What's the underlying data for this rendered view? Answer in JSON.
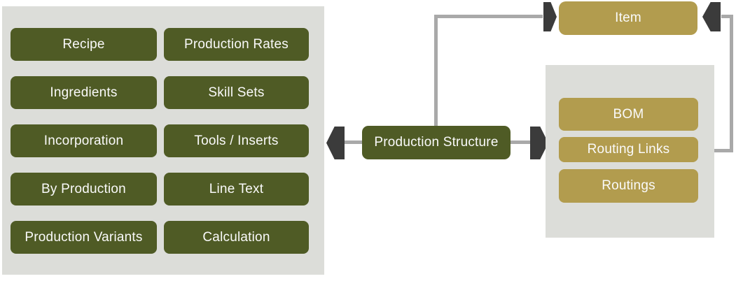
{
  "left_panel": {
    "items": [
      "Recipe",
      "Production Rates",
      "Ingredients",
      "Skill Sets",
      "Incorporation",
      "Tools / Inserts",
      "By Production",
      "Line Text",
      "Production Variants",
      "Calculation"
    ]
  },
  "center_node": {
    "label": "Production Structure"
  },
  "item_node": {
    "label": "Item"
  },
  "right_panel": {
    "items": [
      "BOM",
      "Routing Links",
      "Routings"
    ]
  },
  "colors": {
    "node_green": "#4f5b25",
    "node_gold": "#b29c4e",
    "arrow_dark": "#3b3b3b",
    "panel_gray": "#dcddd9",
    "connector_gray": "#a9a9a9",
    "text": "#fafafa"
  }
}
